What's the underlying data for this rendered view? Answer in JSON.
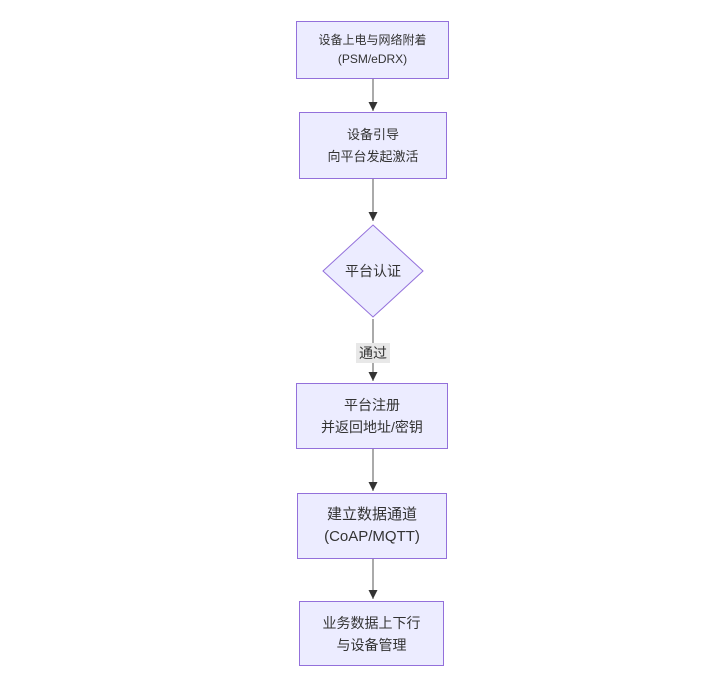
{
  "diagram": {
    "type": "flowchart",
    "direction": "top-down",
    "colors": {
      "node_fill": "#ECECFF",
      "node_border": "#9370DB",
      "edge_line": "#555555",
      "arrow_head": "#333333",
      "edge_label_bg": "#e8e8e8",
      "text": "#333333",
      "background": "#ffffff"
    },
    "nodes": [
      {
        "id": "power-attach",
        "shape": "rect",
        "line1": "设备上电与网络附着",
        "line2": "(PSM/eDRX)"
      },
      {
        "id": "bootstrap",
        "shape": "rect",
        "line1": "设备引导",
        "line2": "向平台发起激活"
      },
      {
        "id": "auth",
        "shape": "diamond",
        "line1": "平台认证",
        "line2": ""
      },
      {
        "id": "register",
        "shape": "rect",
        "line1": "平台注册",
        "line2": "并返回地址/密钥"
      },
      {
        "id": "channel",
        "shape": "rect",
        "line1": "建立数据通道",
        "line2": "(CoAP/MQTT)"
      },
      {
        "id": "business",
        "shape": "rect",
        "line1": "业务数据上下行",
        "line2": "与设备管理"
      }
    ],
    "edges": [
      {
        "from": "power-attach",
        "to": "bootstrap",
        "label": ""
      },
      {
        "from": "bootstrap",
        "to": "auth",
        "label": ""
      },
      {
        "from": "auth",
        "to": "register",
        "label": "通过"
      },
      {
        "from": "register",
        "to": "channel",
        "label": ""
      },
      {
        "from": "channel",
        "to": "business",
        "label": ""
      }
    ]
  }
}
